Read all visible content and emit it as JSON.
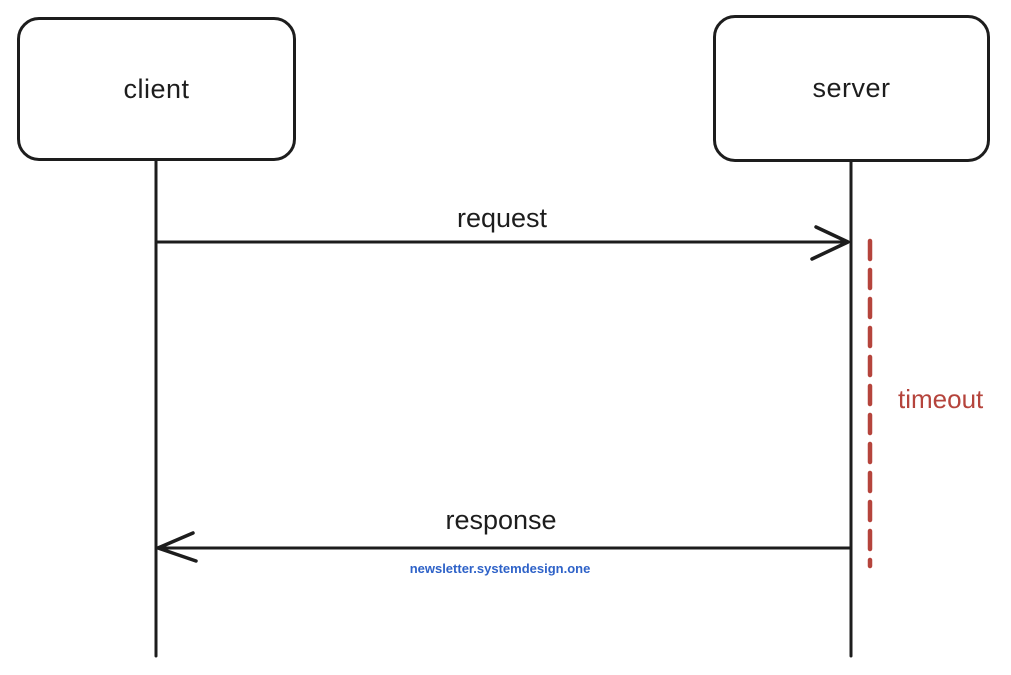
{
  "diagram": {
    "type": "sequence-diagram",
    "actors": [
      {
        "id": "client",
        "label": "client"
      },
      {
        "id": "server",
        "label": "server"
      }
    ],
    "messages": [
      {
        "label": "request",
        "from": "client",
        "to": "server",
        "direction": "right"
      },
      {
        "label": "response",
        "from": "server",
        "to": "client",
        "direction": "left"
      }
    ],
    "annotations": [
      {
        "label": "timeout",
        "style": "dashed-vertical-span",
        "attached_to": "server",
        "color": "#b5443c"
      }
    ],
    "watermark": {
      "label": "newsletter.systemdesign.one",
      "color": "#2e62c8"
    },
    "colors": {
      "line": "#1d1d1d",
      "timeout": "#b5443c",
      "watermark": "#2e62c8",
      "background": "#ffffff"
    }
  }
}
